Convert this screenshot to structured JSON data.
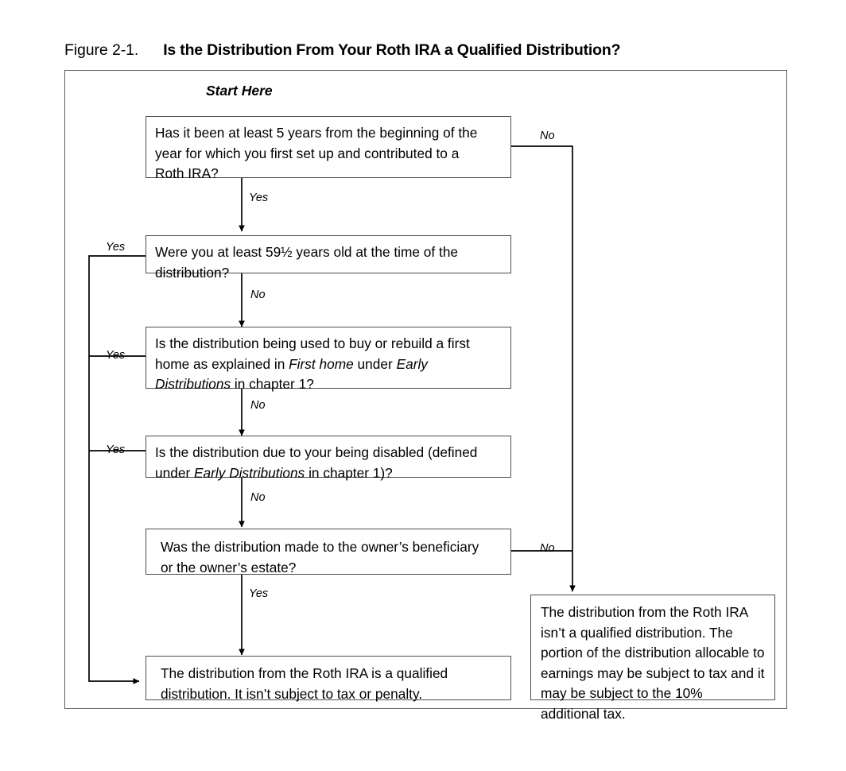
{
  "figure": {
    "label": "Figure 2-1.",
    "title": "Is the Distribution From Your Roth IRA a Qualified Distribution?",
    "start_marker": "Start Here"
  },
  "colors": {
    "frame_border": "#5a5a5a",
    "box_border": "#4d4d4d",
    "line": "#000000",
    "background": "#ffffff"
  },
  "nodes": {
    "q1": {
      "id": "five-year-rule",
      "text_line1": "Has it been at least 5 years from the beginning of the",
      "text_line2": "year for which you first set up and contributed to a",
      "text_line3": "Roth IRA?"
    },
    "q2": {
      "id": "age-59-and-a-half",
      "text_line1": "Were you at least 59½ years old at the time of the",
      "text_line2": "distribution?"
    },
    "q3": {
      "id": "first-home-purchase",
      "text_part1": "Is the distribution being used to buy or rebuild a first home as explained in ",
      "italic1": "First home",
      "text_part2": " under ",
      "italic2": "Early Distributions",
      "text_part3": " in chapter 1?"
    },
    "q4": {
      "id": "disabled",
      "text_part1": "Is the distribution due to your being disabled (defined under ",
      "italic1": "Early Distributions",
      "text_part2": " in chapter 1)?"
    },
    "q5": {
      "id": "beneficiary-or-estate",
      "text_line1": "Was the distribution made to the owner’s beneficiary",
      "text_line2": "or the owner’s estate?"
    },
    "outcome_qualified": {
      "id": "qualified-distribution",
      "text_line1": "The distribution from the Roth IRA is a qualified",
      "text_line2": "distribution. It isn’t subject to tax or penalty."
    },
    "outcome_not_qualified": {
      "id": "not-qualified-distribution",
      "text": "The distribution from the Roth IRA isn’t a qualified distribution. The portion of the distribution allocable to earnings may be subject to tax and it may be subject to the 10% additional tax."
    }
  },
  "edges": {
    "q1_no": "No",
    "q1_yes": "Yes",
    "q2_yes": "Yes",
    "q2_no": "No",
    "q3_yes": "Yes",
    "q3_no": "No",
    "q4_yes": "Yes",
    "q4_no": "No",
    "q5_no": "No",
    "q5_yes": "Yes"
  }
}
